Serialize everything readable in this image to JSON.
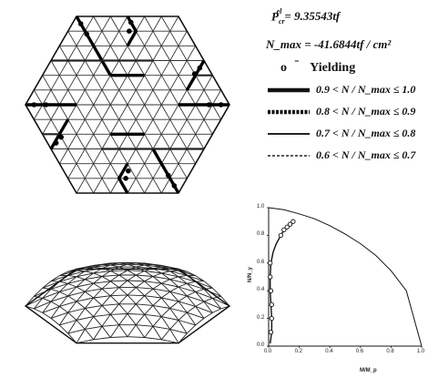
{
  "annotations": {
    "p_cr": "P_cr^el = 9.35543tf",
    "n_max": "N_max = -41.6844tf / cm²"
  },
  "legend": {
    "yield_marker": "o",
    "yield_label": "Yielding",
    "items": [
      {
        "style": "thick-solid",
        "label": "0.9 < N / N_max ≤ 1.0"
      },
      {
        "style": "thick-dashed",
        "label": "0.8 < N / N_max ≤ 0.9"
      },
      {
        "style": "thin-solid",
        "label": "0.7 < N / N_max ≤ 0.8"
      },
      {
        "style": "thin-dashed",
        "label": "0.6 < N / N_max ≤ 0.7"
      }
    ]
  },
  "chart_data": {
    "type": "line",
    "xlabel": "M/M_p",
    "ylabel": "N/N_y",
    "xlim": [
      0,
      1.0
    ],
    "ylim": [
      0,
      1.0
    ],
    "x_ticks": [
      "0.0",
      "0.2",
      "0.4",
      "0.6",
      "0.8",
      "1.0"
    ],
    "y_ticks": [
      "0.0",
      "0.2",
      "0.4",
      "0.6",
      "0.8",
      "1.0"
    ],
    "series": [
      {
        "style": "interaction-curve",
        "x": [
          0,
          0.1,
          0.2,
          0.3,
          0.4,
          0.5,
          0.6,
          0.7,
          0.8,
          0.9,
          1.0
        ],
        "y": [
          1.0,
          0.985,
          0.955,
          0.92,
          0.87,
          0.81,
          0.74,
          0.655,
          0.545,
          0.4,
          0.0
        ]
      },
      {
        "style": "path",
        "x": [
          0.01,
          0.02,
          0.02,
          0.015,
          0.01,
          0.01,
          0.015,
          0.03,
          0.05,
          0.07,
          0.09,
          0.11,
          0.13,
          0.15,
          0.17
        ],
        "y": [
          0.02,
          0.1,
          0.2,
          0.3,
          0.4,
          0.5,
          0.6,
          0.68,
          0.74,
          0.78,
          0.82,
          0.85,
          0.87,
          0.89,
          0.9
        ]
      }
    ],
    "yield_points": {
      "x": [
        0.015,
        0.02,
        0.02,
        0.015,
        0.01,
        0.01,
        0.08,
        0.1,
        0.12,
        0.14,
        0.16
      ],
      "y": [
        0.1,
        0.2,
        0.3,
        0.4,
        0.5,
        0.6,
        0.8,
        0.84,
        0.86,
        0.88,
        0.9
      ]
    }
  }
}
